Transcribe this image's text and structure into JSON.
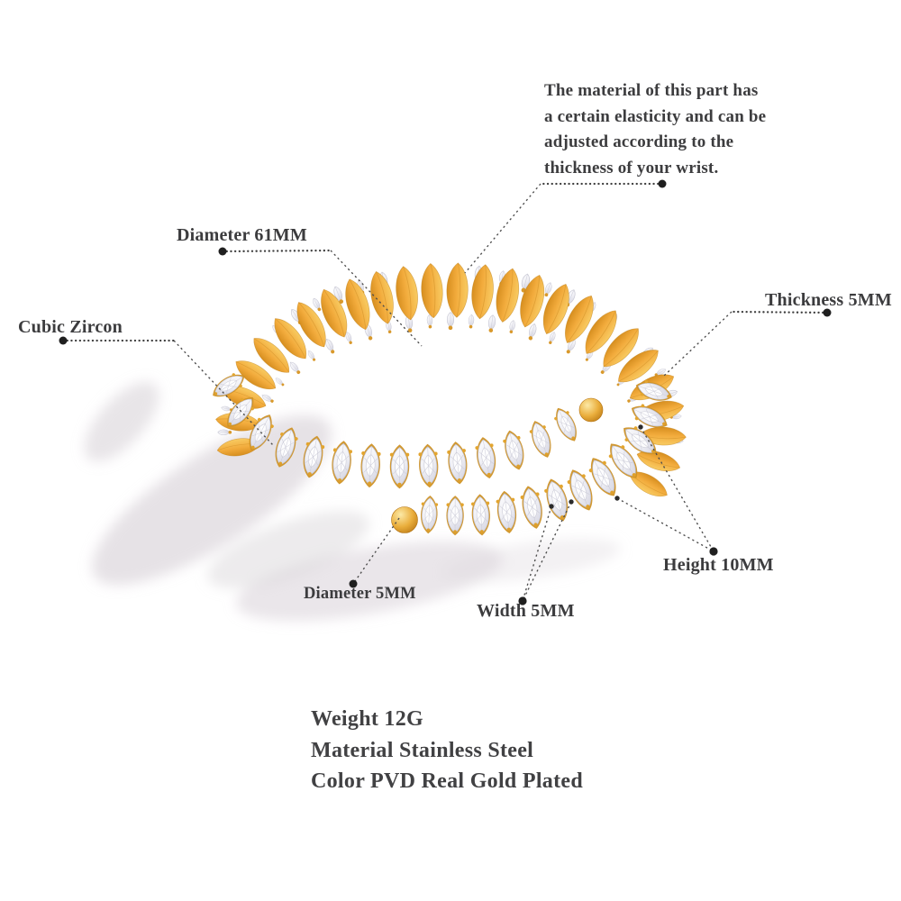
{
  "note": {
    "lines": [
      "The material of this part has",
      "a certain elasticity and can be",
      "adjusted according to the",
      "thickness of your wrist."
    ]
  },
  "labels": {
    "diameter_outer": "Diameter 61MM",
    "cubic_zircon": "Cubic Zircon",
    "thickness": "Thickness 5MM",
    "height": "Height 10MM",
    "ball_diameter": "Diameter 5MM",
    "width": "Width 5MM"
  },
  "specs": {
    "weight": "Weight 12G",
    "material": "Material Stainless Steel",
    "color": "Color PVD Real Gold Plated"
  },
  "colors": {
    "gold": "#F0A93A",
    "gold_light": "#F9CD66",
    "gold_dark": "#C5821A",
    "prong_gold": "#D9992B",
    "stone_white": "#FBFBFD",
    "stone_shade": "#E2E2EB",
    "stone_edge": "#C0C0CE",
    "text": "#3C3C3E",
    "leader": "#454545",
    "shadow": "#D3CCD3",
    "background": "#FFFFFF"
  }
}
